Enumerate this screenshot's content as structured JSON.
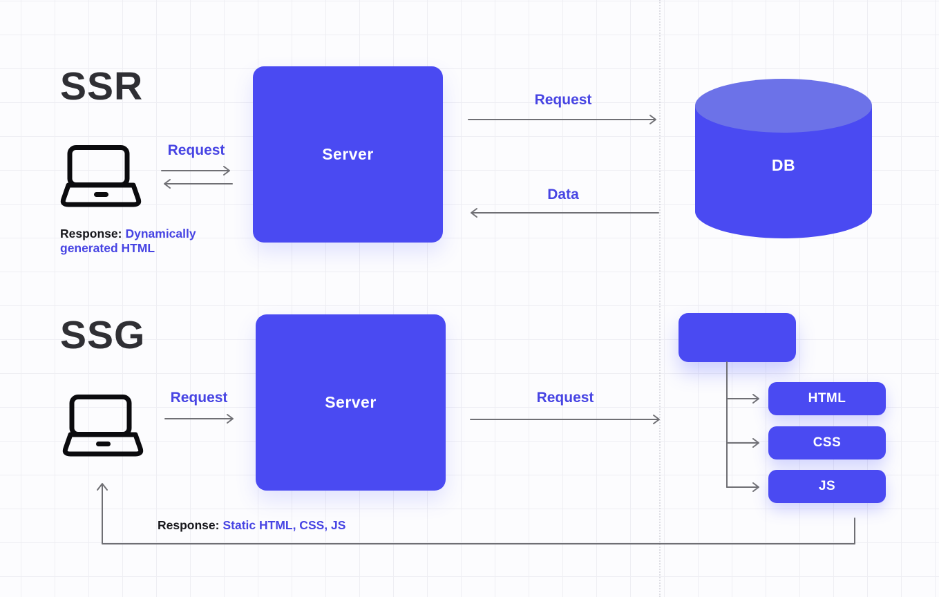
{
  "colors": {
    "accent": "#4A4AF2",
    "db_top": "#6C72E8",
    "label_blue": "#4744E3",
    "title_ink": "#2F2F34",
    "arrow_gray": "#6F6F74"
  },
  "ssr": {
    "title": "SSR",
    "client_request_label": "Request",
    "server_label": "Server",
    "db_label": "DB",
    "server_db_request_label": "Request",
    "db_data_label": "Data",
    "response_prefix": "Response:",
    "response_value": "Dynamically generated HTML"
  },
  "ssg": {
    "title": "SSG",
    "client_request_label": "Request",
    "server_label": "Server",
    "origin_request_label": "Request",
    "assets": [
      "HTML",
      "CSS",
      "JS"
    ],
    "response_prefix": "Response:",
    "response_value": "Static HTML, CSS, JS"
  }
}
